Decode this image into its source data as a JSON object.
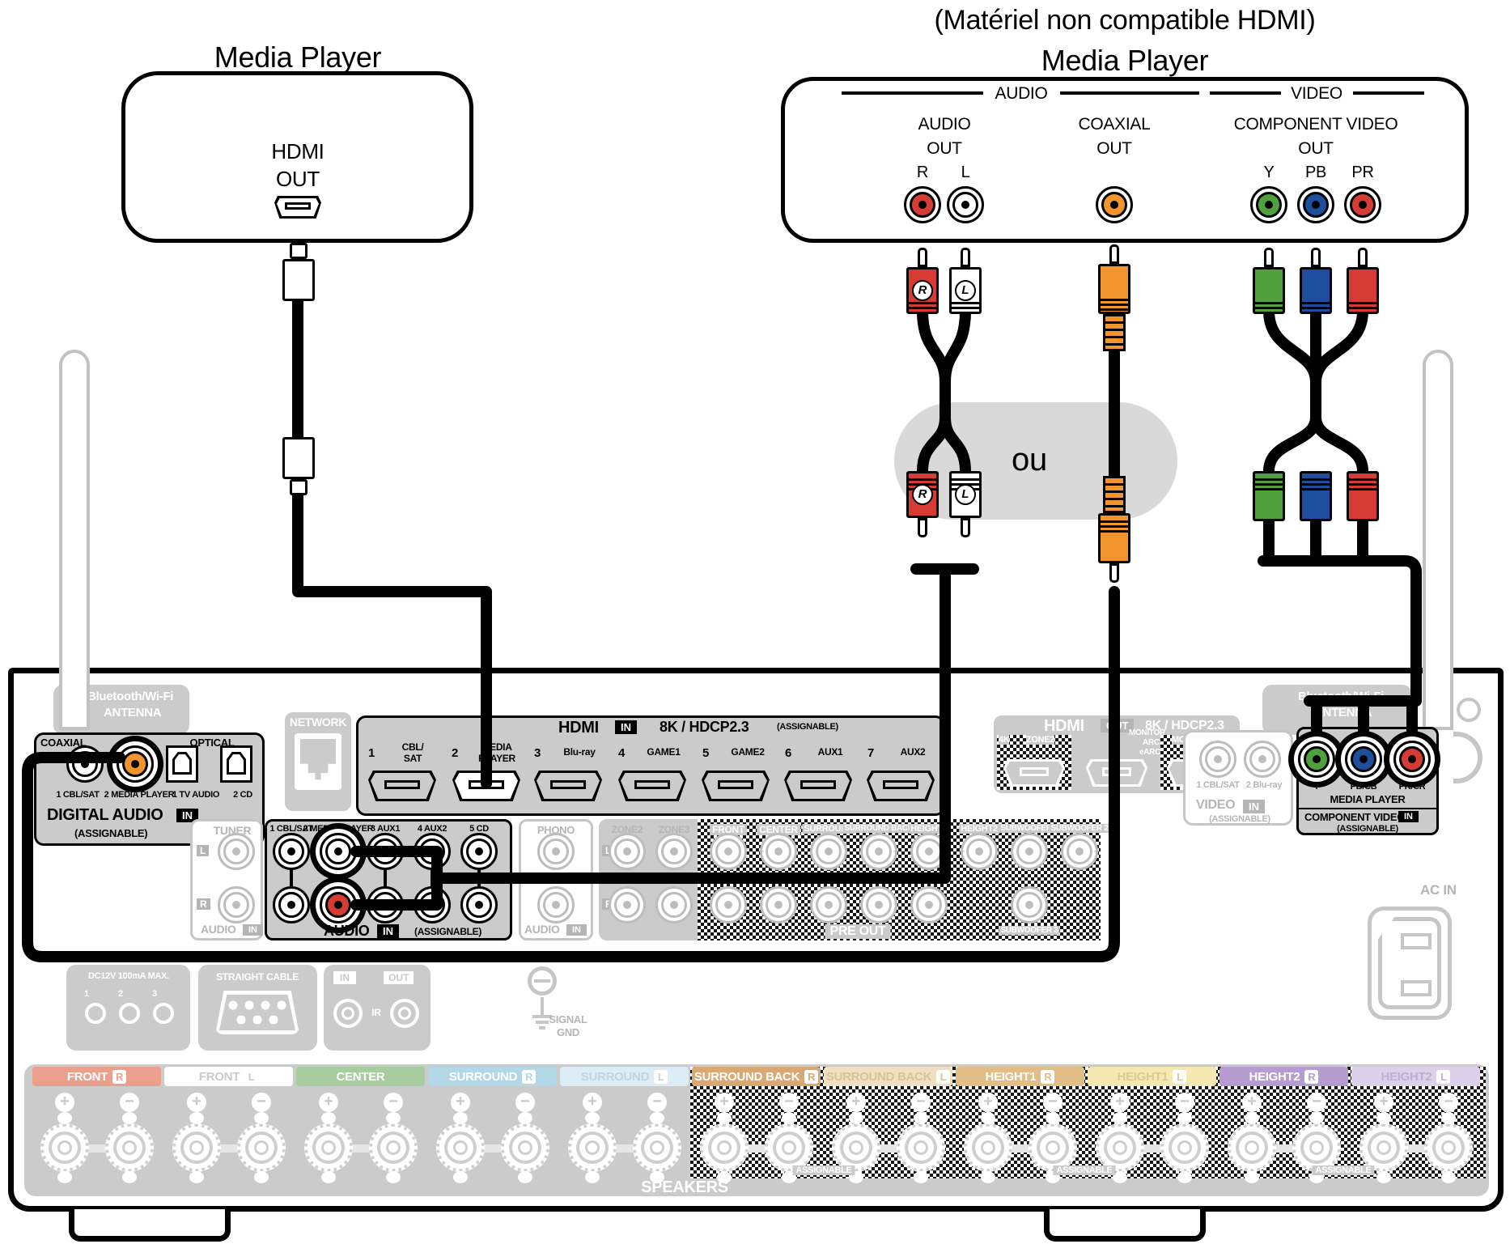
{
  "diagram": {
    "player_hdmi": {
      "title": "Media Player",
      "hdmi": "HDMI",
      "out": "OUT"
    },
    "player_analog": {
      "note": "(Matériel non compatible HDMI)",
      "title": "Media Player",
      "audio_group": "AUDIO",
      "video_group": "VIDEO",
      "audio_out_1": "AUDIO",
      "audio_out_2": "OUT",
      "r": "R",
      "l": "L",
      "coax_1": "COAXIAL",
      "coax_2": "OUT",
      "comp_1": "COMPONENT VIDEO",
      "comp_2": "OUT",
      "y": "Y",
      "pb": "PB",
      "pr": "PR"
    },
    "or_label": "ou",
    "plug_r": "R",
    "plug_l": "L"
  },
  "colors": {
    "rca_red": "#d63c34",
    "rca_white": "#ffffff",
    "coax_orange": "#f2952e",
    "comp_green": "#4ea13c",
    "comp_blue": "#1d4f9e",
    "comp_red": "#d63c34"
  },
  "receiver": {
    "antenna": {
      "line1": "Bluetooth/Wi-Fi",
      "line2": "ANTENNA"
    },
    "digital_audio": {
      "coaxial": "COAXIAL",
      "optical": "OPTICAL",
      "jack1": "1 CBL/SAT",
      "jack2": "2 MEDIA PLAYER",
      "jack3": "1 TV AUDIO",
      "jack4": "2 CD",
      "title": "DIGITAL AUDIO",
      "badge": "IN",
      "assignable": "(ASSIGNABLE)"
    },
    "network": {
      "title": "NETWORK"
    },
    "hdmi_in": {
      "title": "HDMI",
      "badge": "IN",
      "spec": "8K / HDCP2.3",
      "assignable": "(ASSIGNABLE)",
      "p1": "1",
      "n1a": "CBL/",
      "n1b": "SAT",
      "p2": "2",
      "n2a": "MEDIA",
      "n2b": "PLAYER",
      "p3": "3",
      "n3": "Blu-ray",
      "p4": "4",
      "n4": "GAME1",
      "p5": "5",
      "n5": "GAME2",
      "p6": "6",
      "n6": "AUX1",
      "p7": "7",
      "n7": "AUX2"
    },
    "hdmi_out": {
      "title": "HDMI",
      "badge": "OUT",
      "spec": "8K / HDCP2.3",
      "l4k": "4K",
      "zone2": "ZONE2",
      "monitor": "MONITOR",
      "arc": "ARC",
      "earc": "eARC",
      "monitor2": "MONITOR2"
    },
    "video_in": {
      "jack1": "1 CBL/SAT",
      "jack2": "2 Blu-ray",
      "title": "VIDEO",
      "badge": "IN",
      "assignable": "(ASSIGNABLE)"
    },
    "component": {
      "y": "Y",
      "pb": "PB/CB",
      "pr": "PR/CR",
      "name": "MEDIA PLAYER",
      "title": "COMPONENT VIDEO",
      "badge": "IN",
      "assignable": "(ASSIGNABLE)"
    },
    "tuner": {
      "title": "TUNER",
      "l": "L",
      "r": "R",
      "band": "AUDIO",
      "badge": "IN"
    },
    "analog": {
      "in1": "1 CBL/SAT",
      "in2": "2 MEDIA PLAYER",
      "in3": "3 AUX1",
      "in4": "4 AUX2",
      "in5": "5 CD",
      "title": "AUDIO",
      "badge": "IN",
      "assignable": "(ASSIGNABLE)"
    },
    "phono": {
      "title": "PHONO",
      "band": "AUDIO",
      "badge": "IN"
    },
    "preout": {
      "zone2": "ZONE2",
      "zone3": "ZONE3",
      "l": "L",
      "r": "R",
      "c1": "FRONT",
      "c2": "CENTER",
      "c3": "SURROUND",
      "c4": "SURROUND BACK",
      "c5": "HEIGHT1",
      "c6": "HEIGHT2",
      "sub1": "SUBWOOFER 1",
      "sub2": "SUBWOOFER 2",
      "sub3": "SUBWOOFER 3",
      "label": "PRE OUT"
    },
    "trigger": {
      "spec": "DC12V 100mA MAX.",
      "n1": "1",
      "n2": "2",
      "n3": "3"
    },
    "rs232": {
      "label": "STRAIGHT CABLE"
    },
    "remote": {
      "in": "IN",
      "out": "OUT",
      "ir": "IR"
    },
    "gnd": {
      "line1": "SIGNAL",
      "line2": "GND"
    },
    "ac_in": "AC IN",
    "speakers": {
      "title": "SPEAKERS",
      "assignable": "ASSIGNABLE",
      "plus": "+",
      "minus": "−",
      "channels": [
        {
          "name": "FRONT",
          "side": "R",
          "color": "#eba08d",
          "text": "#ffffff"
        },
        {
          "name": "FRONT",
          "side": "L",
          "color": "#ffffff",
          "text": "#cbcbcb"
        },
        {
          "name": "CENTER",
          "side": "",
          "color": "#a7cca0",
          "text": "#ffffff"
        },
        {
          "name": "SURROUND",
          "side": "R",
          "color": "#b2d7e6",
          "text": "#ffffff"
        },
        {
          "name": "SURROUND",
          "side": "L",
          "color": "#dcedf5",
          "text": "#c2d6df"
        },
        {
          "name": "SURROUND BACK",
          "side": "R",
          "color": "#d9a873",
          "text": "#ffffff"
        },
        {
          "name": "SURROUND BACK",
          "side": "L",
          "color": "#f0dfc0",
          "text": "#d8c49a"
        },
        {
          "name": "HEIGHT1",
          "side": "R",
          "color": "#e3bd86",
          "text": "#ffffff"
        },
        {
          "name": "HEIGHT1",
          "side": "L",
          "color": "#f5e8b1",
          "text": "#d9cd96"
        },
        {
          "name": "HEIGHT2",
          "side": "R",
          "color": "#b79cd1",
          "text": "#ffffff"
        },
        {
          "name": "HEIGHT2",
          "side": "L",
          "color": "#dcd0eb",
          "text": "#bfb0d6"
        }
      ]
    }
  }
}
